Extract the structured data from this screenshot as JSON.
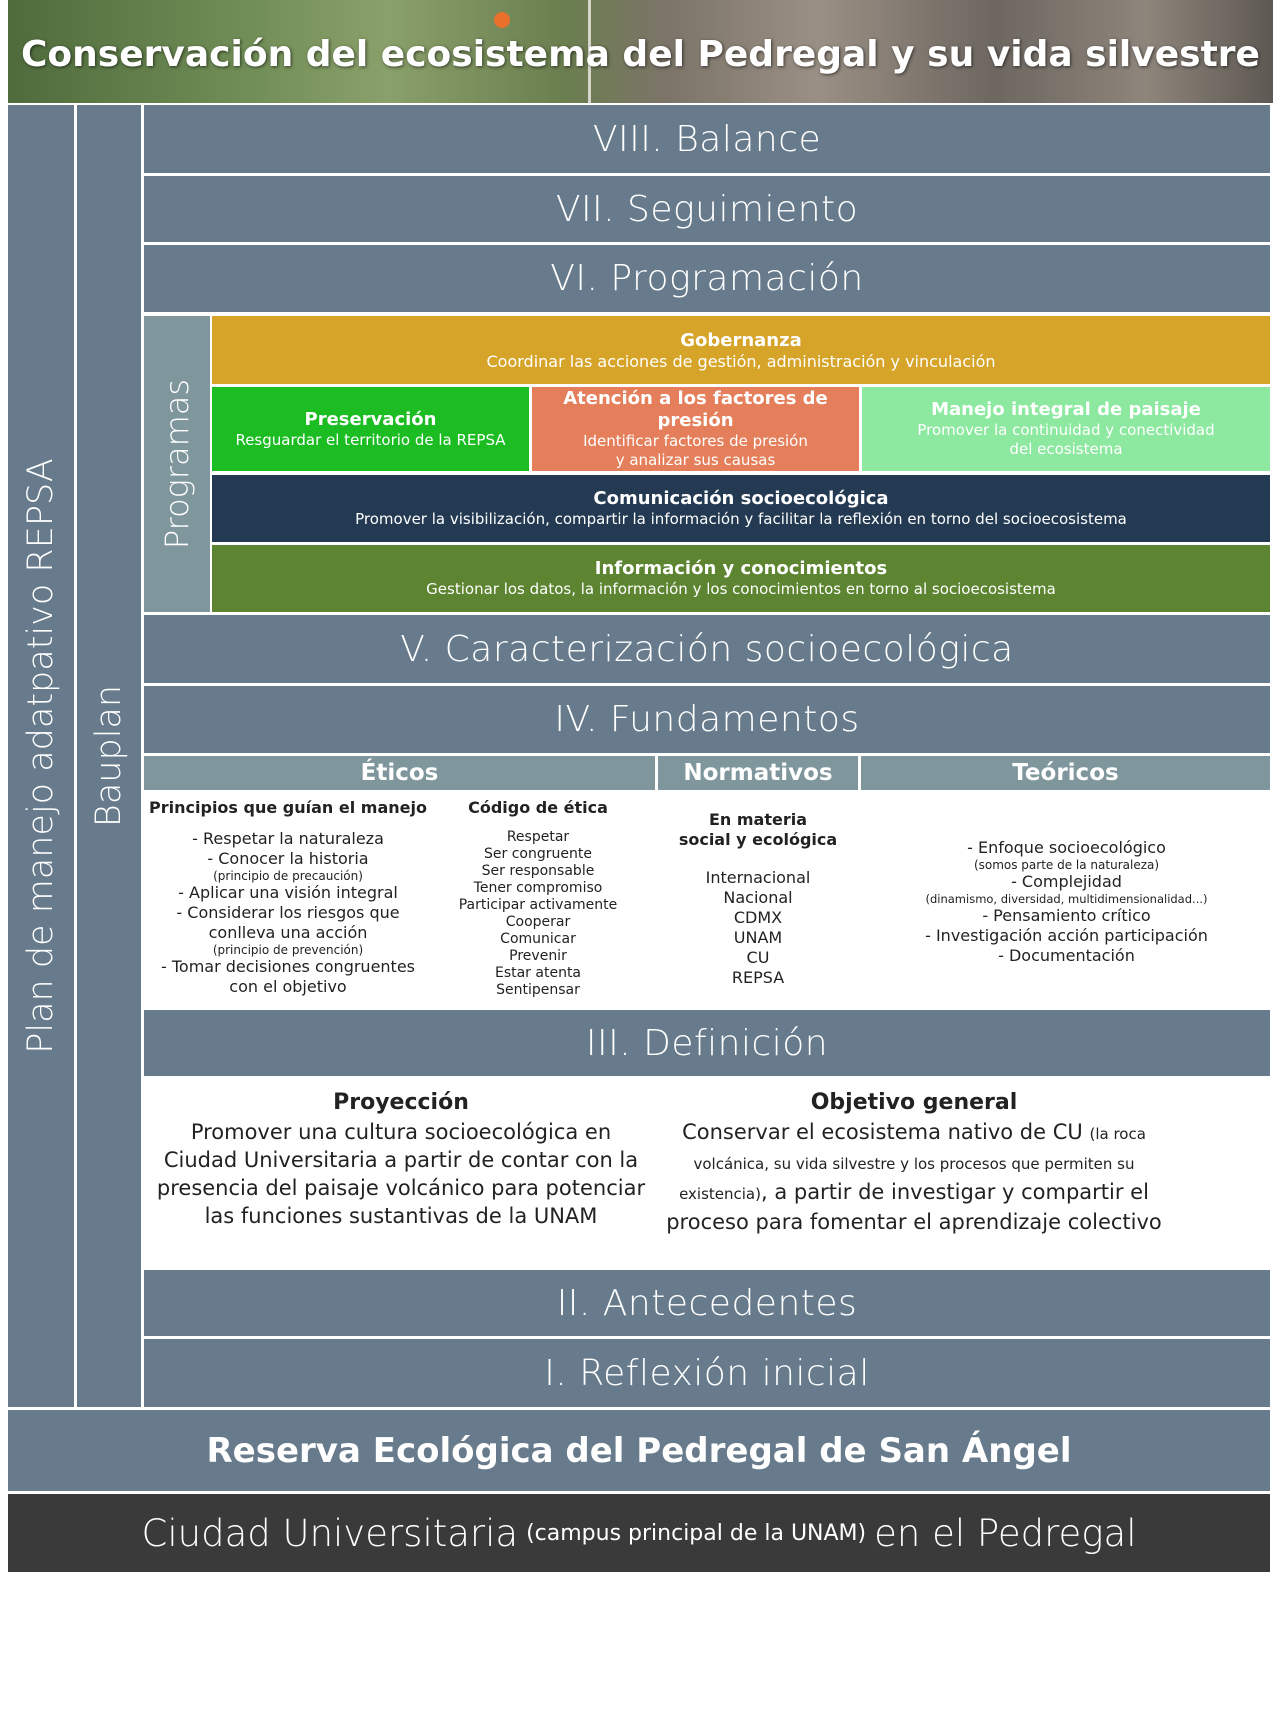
{
  "banner": {
    "title": "Conservación del ecosistema del Pedregal y su vida silvestre",
    "colors": {
      "plant_green": "#6e8a52",
      "rock_grey": "#8a8278",
      "flower_orange": "#e8702a"
    }
  },
  "side_labels": {
    "plan": "Plan de manejo adatpativo REPSA",
    "bauplan": "Bauplan",
    "programas": "Programas"
  },
  "stages": {
    "s8": "VIII. Balance",
    "s7": "VII. Seguimiento",
    "s6": "VI. Programación",
    "s5": "V. Caracterización socioecológica",
    "s4": "IV. Fundamentos",
    "s3": "III. Definición",
    "s2": "II. Antecedentes",
    "s1": "I. Reflexión inicial"
  },
  "programs": {
    "gobernanza": {
      "title": "Gobernanza",
      "desc": "Coordinar las acciones de gestión, administración y vinculación",
      "color": "#d6a428"
    },
    "preservacion": {
      "title": "Preservación",
      "desc": "Resguardar el territorio de la REPSA",
      "color": "#1bbd23"
    },
    "atencion": {
      "title": "Atención a los factores de presión",
      "desc1": "Identificar factores de presión",
      "desc2": "y analizar sus causas",
      "color": "#e57f5b"
    },
    "manejo": {
      "title": "Manejo integral de paisaje",
      "desc1": "Promover la continuidad y conectividad",
      "desc2": "del ecosistema",
      "color": "#8de8a0"
    },
    "comunicacion": {
      "title": "Comunicación socioecológica",
      "desc": "Promover la visibilización, compartir la información y facilitar la reflexión en torno del socioecosistema",
      "color": "#233a52"
    },
    "informacion": {
      "title": "Información y conocimientos",
      "desc": "Gestionar los datos, la información y los conocimientos en torno al socioecosistema",
      "color": "#5d8431"
    }
  },
  "fundamentos": {
    "eticos": {
      "header": "Éticos",
      "principios": {
        "title": "Principios que guían el manejo",
        "l1": "- Respetar la naturaleza",
        "l2": "- Conocer la historia",
        "n1": "(principio de precaución)",
        "l3": "- Aplicar una visión integral",
        "l4": "- Considerar los riesgos que",
        "l5": "conlleva una acción",
        "n2": "(principio de prevención)",
        "l6": "- Tomar decisiones congruentes",
        "l7": "con el objetivo"
      },
      "codigo": {
        "title": "Código de ética",
        "items": [
          "Respetar",
          "Ser congruente",
          "Ser responsable",
          "Tener compromiso",
          "Participar activamente",
          "Cooperar",
          "Comunicar",
          "Prevenir",
          "Estar atenta",
          "Sentipensar"
        ]
      }
    },
    "normativos": {
      "header": "Normativos",
      "title1": "En materia",
      "title2": "social y ecológica",
      "items": [
        "Internacional",
        "Nacional",
        "CDMX",
        "UNAM",
        "CU",
        "REPSA"
      ]
    },
    "teoricos": {
      "header": "Teóricos",
      "l1": "- Enfoque socioecológico",
      "n1": "(somos parte de la naturaleza)",
      "l2": "- Complejidad",
      "n2": "(dinamismo, diversidad, multidimensionalidad...)",
      "l3": "- Pensamiento crítico",
      "l4": "- Investigación acción participación",
      "l5": "- Documentación"
    }
  },
  "definicion": {
    "proyeccion": {
      "title": "Proyección",
      "text": "Promover una cultura socioecológica en Ciudad Universitaria a partir de contar con la presencia del paisaje volcánico para potenciar las funciones sustantivas de la UNAM"
    },
    "objetivo": {
      "title": "Objetivo general",
      "t1": "Conservar el ecosistema nativo de CU",
      "t2": "(la roca volcánica, su vida silvestre y los procesos que permiten su existencia)",
      "t3": ", a partir de investigar y compartir el proceso para fomentar el aprendizaje colectivo"
    }
  },
  "base": {
    "reserva": "Reserva Ecológica del Pedregal de San Ángel",
    "cu_a": "Ciudad Universitaria",
    "cu_b": "(campus principal de la UNAM)",
    "cu_c": "en el Pedregal"
  }
}
